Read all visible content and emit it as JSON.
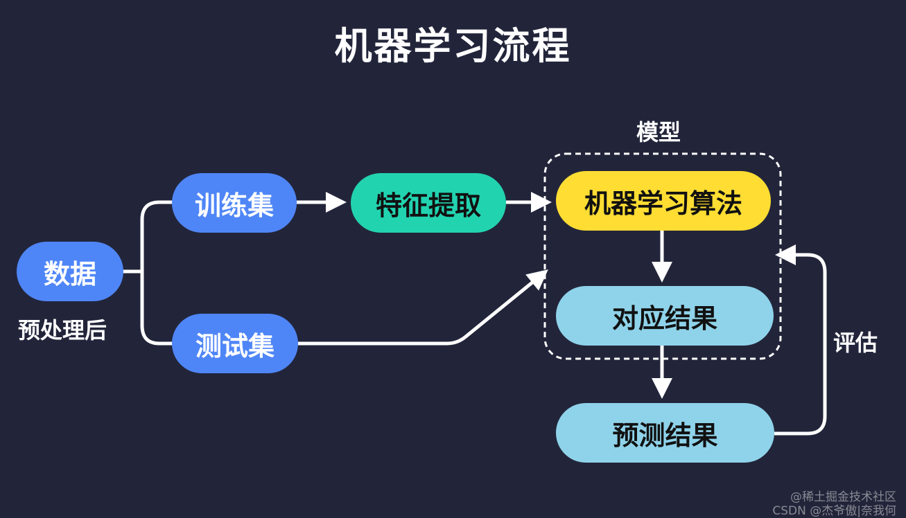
{
  "title": "机器学习流程",
  "nodes": {
    "data": "数据",
    "train_set": "训练集",
    "test_set": "测试集",
    "feature_extraction": "特征提取",
    "ml_algorithm": "机器学习算法",
    "result": "对应结果",
    "prediction": "预测结果"
  },
  "labels": {
    "preprocessed": "预处理后",
    "model": "模型",
    "evaluate": "评估"
  },
  "watermark": {
    "line1": "@稀土掘金技术社区",
    "line2": "CSDN @​杰爷傲|奈我何"
  },
  "colors": {
    "background": "#22253a",
    "blue": "#4f86f7",
    "green": "#22d3b0",
    "yellow": "#ffdd33",
    "light_blue": "#8fd3ea",
    "connector": "#ffffff"
  }
}
